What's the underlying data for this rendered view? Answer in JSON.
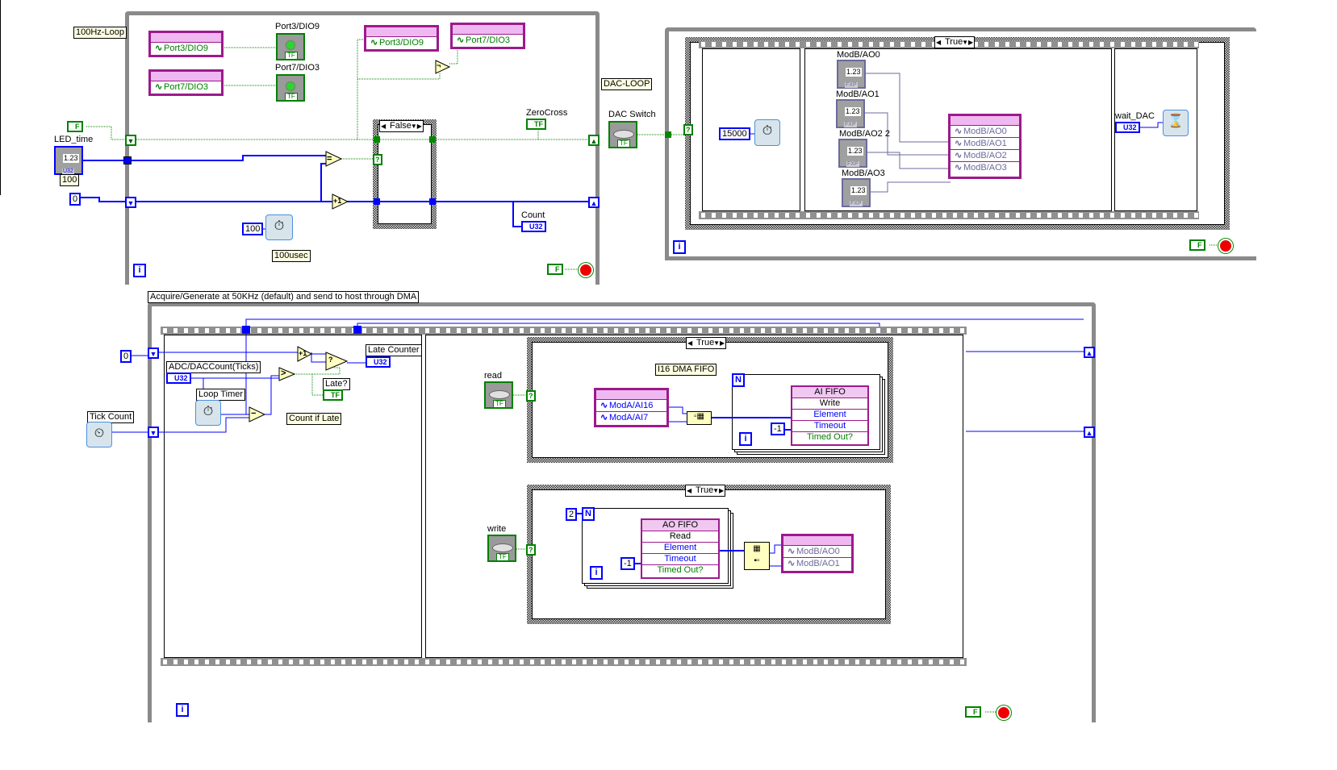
{
  "top_loop": {
    "label": "100Hz-Loop",
    "iteration": "i",
    "prop_port3_left": "Port3/DIO9",
    "prop_port7_left": "Port7/DIO3",
    "prop_port3_right": "Port3/DIO9",
    "prop_port7_right": "Port7/DIO3",
    "ind_port3_label": "Port3/DIO9",
    "ind_port7_label": "Port7/DIO3",
    "led_time_label": "LED_time",
    "led_time_value": "1.23",
    "led_time_type": "U32",
    "led_time_default": "100",
    "led_time_bool": "F",
    "zero_const": "0",
    "case_selector": "False",
    "case_terminal": "?",
    "equal_symbol": "=",
    "increment_symbol": "+1",
    "not_symbol": "¬",
    "wait_const": "100",
    "wait_label": "100usec",
    "zerocross_label": "ZeroCross",
    "zerocross_type": "TF",
    "count_label": "Count",
    "count_type": "U32",
    "stop_bool": "F"
  },
  "dac_loop": {
    "label": "DAC-LOOP",
    "switch_label": "DAC Switch",
    "iteration": "i",
    "case_selector": "True",
    "case_terminal": "?",
    "wait_const": "15000",
    "controls": [
      {
        "label": "ModB/AO0",
        "value": "1.23",
        "type": "FXP"
      },
      {
        "label": "ModB/AO1",
        "value": "1.23",
        "type": "FXP"
      },
      {
        "label": "ModB/AO2 2",
        "value": "1.23",
        "type": "FXP"
      },
      {
        "label": "ModB/AO3",
        "value": "1.23",
        "type": "FXP"
      }
    ],
    "prop_rows": [
      "ModB/AO0",
      "ModB/AO1",
      "ModB/AO2",
      "ModB/AO3"
    ],
    "wait_dac_label": "wait_DAC",
    "wait_dac_type": "U32",
    "stop_bool": "F"
  },
  "dma_loop": {
    "comment": "Acquire/Generate at 50KHz (default) and send to host through DMA",
    "iteration": "i",
    "zero_const": "0",
    "tick_count_label": "Tick Count",
    "adc_count_label": "ADC/DACCount(Ticks)",
    "adc_count_type": "U32",
    "loop_timer_label": "Loop Timer",
    "increment_symbol": "+1",
    "greater_symbol": ">",
    "subtract_symbol": "−",
    "select_symbol": "?",
    "late_counter_label": "Late Counter",
    "late_counter_type": "U32",
    "late_label": "Late?",
    "late_type": "TF",
    "count_if_late": "Count if Late",
    "read_label": "read",
    "write_label": "write",
    "read_case_selector": "True",
    "write_case_selector": "True",
    "case_terminal": "?",
    "dma_comment": "I16 DMA FIFO",
    "ai_prop_rows": [
      "ModA/AI16",
      "ModA/AI7"
    ],
    "ai_loop_n": "N",
    "ai_loop_i": "i",
    "ai_timeout_const": "-1",
    "ai_fifo": {
      "title": "AI FIFO",
      "method": "Write",
      "rows": [
        "Element",
        "Timeout",
        "Timed Out?"
      ]
    },
    "ao_count_const": "2",
    "ao_loop_n": "N",
    "ao_loop_i": "i",
    "ao_timeout_const": "-1",
    "ao_fifo": {
      "title": "AO FIFO",
      "method": "Read",
      "rows": [
        "Element",
        "Timeout",
        "Timed Out?"
      ]
    },
    "ao_prop_rows": [
      "ModB/AO0",
      "ModB/AO1"
    ],
    "stop_bool": "F"
  },
  "colors": {
    "int_wire": "#0000ff",
    "bool_wire": "#008000",
    "fxp_wire": "#6b6b9e",
    "property_node": "#9c1a8c",
    "loop_border": "#8a8a8a"
  }
}
